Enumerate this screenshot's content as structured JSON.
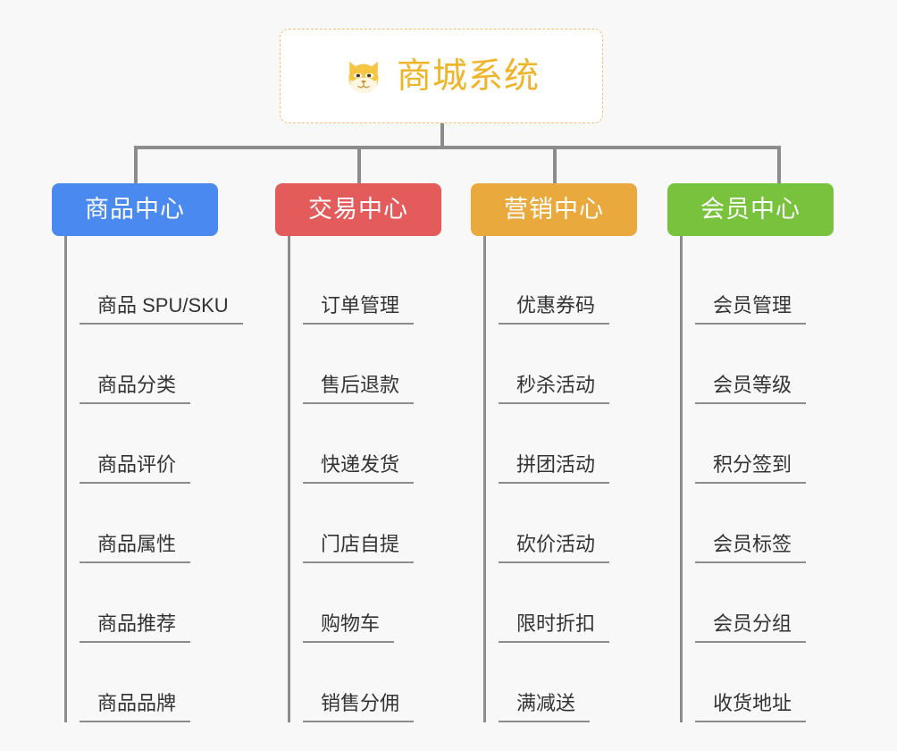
{
  "background_color": "#f8f8f8",
  "root": {
    "title": "商城系统",
    "icon": "shiba-dog-face-icon",
    "title_color": "#f0b429",
    "border_color": "#f0c070"
  },
  "connector_color": "#8c8c8c",
  "columns": [
    {
      "header": "商品中心",
      "color": "#4a8af0",
      "items": [
        "商品 SPU/SKU",
        "商品分类",
        "商品评价",
        "商品属性",
        "商品推荐",
        "商品品牌"
      ]
    },
    {
      "header": "交易中心",
      "color": "#e45b5b",
      "items": [
        "订单管理",
        "售后退款",
        "快递发货",
        "门店自提",
        "购物车",
        "销售分佣"
      ]
    },
    {
      "header": "营销中心",
      "color": "#eaa93c",
      "items": [
        "优惠券码",
        "秒杀活动",
        "拼团活动",
        "砍价活动",
        "限时折扣",
        "满减送"
      ]
    },
    {
      "header": "会员中心",
      "color": "#79c23e",
      "items": [
        "会员管理",
        "会员等级",
        "积分签到",
        "会员标签",
        "会员分组",
        "收货地址"
      ]
    }
  ]
}
